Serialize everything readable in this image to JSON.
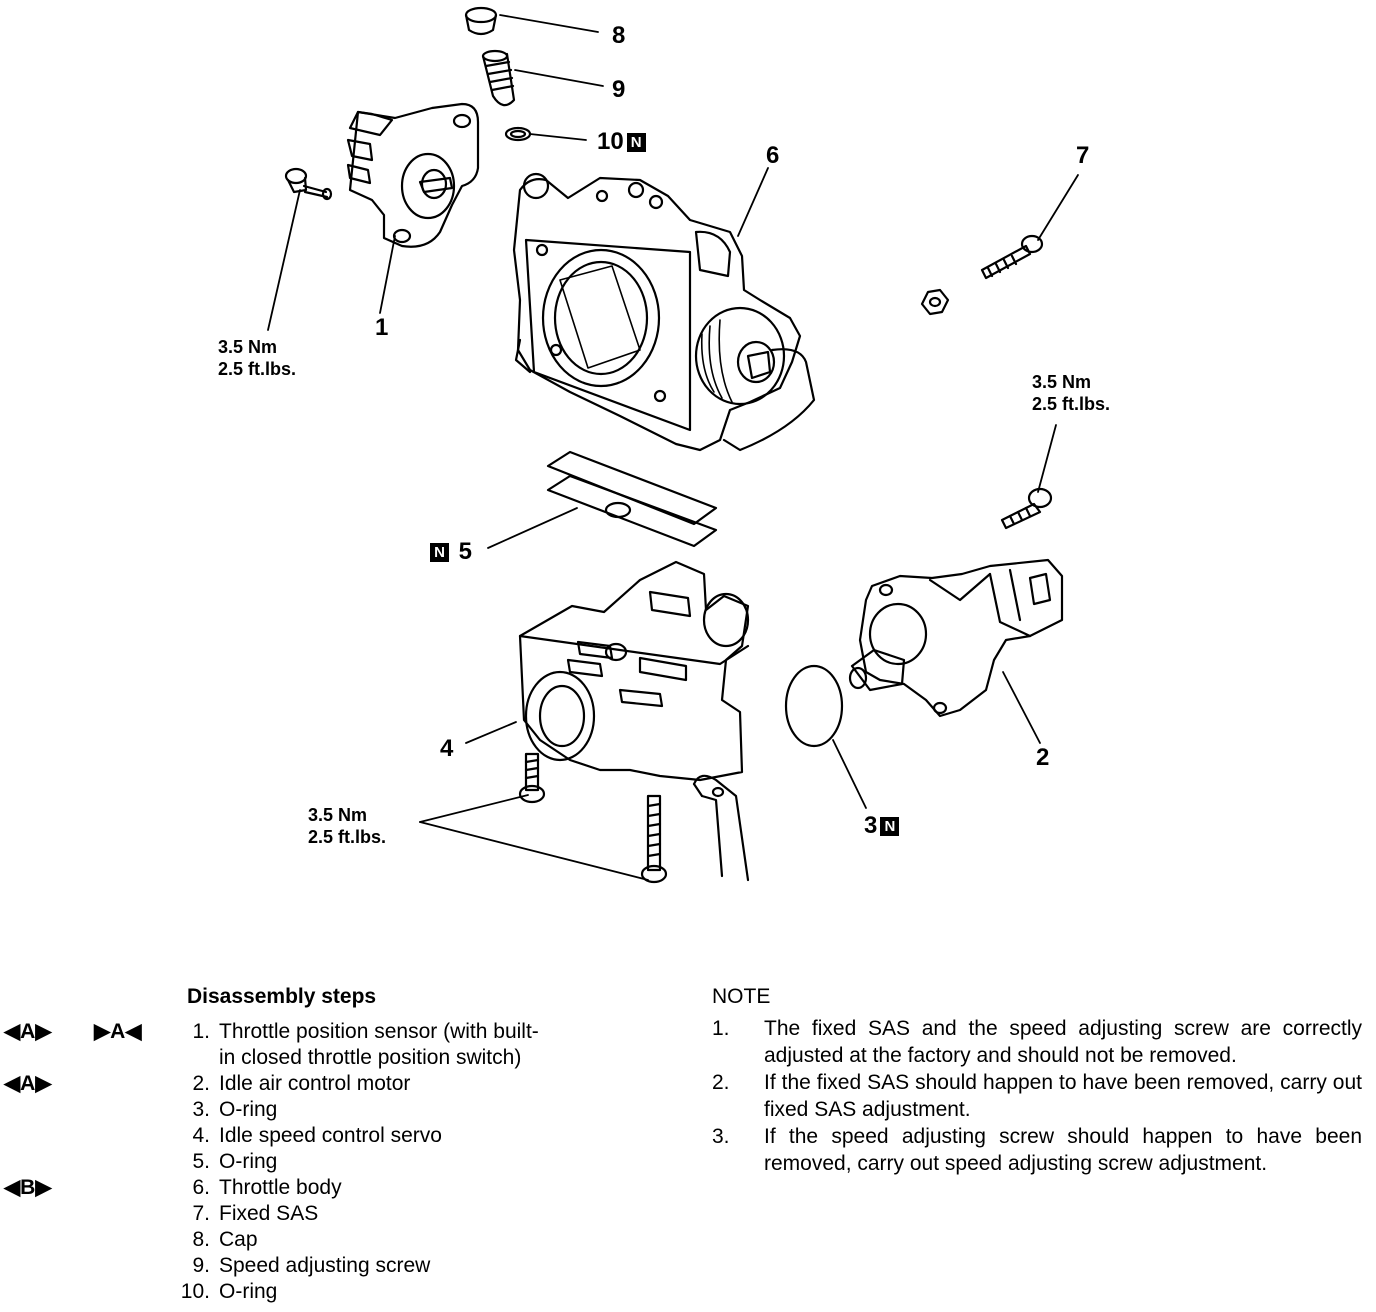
{
  "callouts": {
    "c1": "1",
    "c2": "2",
    "c3": "3",
    "c4": "4",
    "c5": "5",
    "c6": "6",
    "c7": "7",
    "c8": "8",
    "c9": "9",
    "c10": "10",
    "new_part_mark": "N"
  },
  "torque": {
    "nm": "3.5 Nm",
    "ftlbs": "2.5 ft.lbs."
  },
  "steps": {
    "title": "Disassembly steps",
    "markers": {
      "a_removal": "◀A▶",
      "a_install": "▶A◀",
      "b_removal": "◀B▶"
    },
    "items": [
      {
        "num": "1.",
        "text": "Throttle position sensor (with built-"
      },
      {
        "num": "",
        "text": "in closed throttle position switch)"
      },
      {
        "num": "2.",
        "text": "Idle air control motor"
      },
      {
        "num": "3.",
        "text": "O-ring"
      },
      {
        "num": "4.",
        "text": "Idle speed control servo"
      },
      {
        "num": "5.",
        "text": "O-ring"
      },
      {
        "num": "6.",
        "text": "Throttle body"
      },
      {
        "num": "7.",
        "text": "Fixed SAS"
      },
      {
        "num": "8.",
        "text": "Cap"
      },
      {
        "num": "9.",
        "text": "Speed adjusting screw"
      },
      {
        "num": "10.",
        "text": "O-ring"
      }
    ]
  },
  "note": {
    "title": "NOTE",
    "items": [
      {
        "num": "1.",
        "text": "The fixed SAS and the speed adjusting screw are correctly adjusted at the factory and should not be removed."
      },
      {
        "num": "2.",
        "text": "If the fixed SAS should happen to have been removed, carry out fixed SAS adjustment."
      },
      {
        "num": "3.",
        "text": "If the speed adjusting screw should happen to have been removed, carry out speed adjusting screw adjustment."
      }
    ]
  }
}
